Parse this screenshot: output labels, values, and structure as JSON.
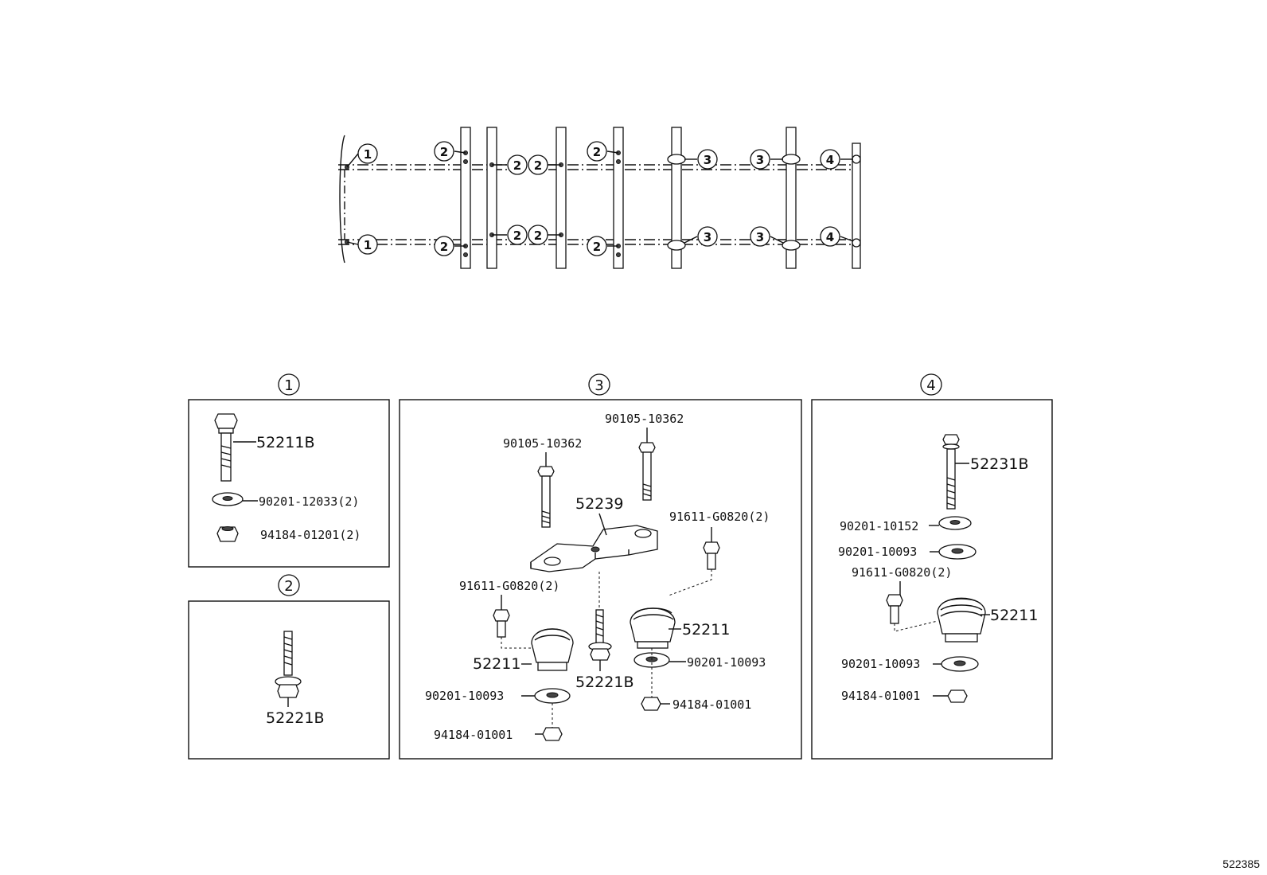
{
  "frame_callouts": {
    "c1": "1",
    "c2": "2",
    "c3": "3",
    "c4": "4"
  },
  "sections": [
    {
      "key": "s1",
      "marker": "1"
    },
    {
      "key": "s2",
      "marker": "2"
    },
    {
      "key": "s3",
      "marker": "3"
    },
    {
      "key": "s4",
      "marker": "4"
    }
  ],
  "section1": {
    "marker": "1",
    "p_bolt": "52211B",
    "p_washer": "90201-12033(2)",
    "p_nut": "94184-01201(2)"
  },
  "section2": {
    "marker": "2",
    "p_stud": "52221B"
  },
  "section3": {
    "marker": "3",
    "p_bolt_a": "90105-10362",
    "p_bolt_b": "90105-10362",
    "p_bracket": "52239",
    "p_bolt_c": "91611-G0820(2)",
    "p_bolt_d": "91611-G0820(2)",
    "p_cushion_a": "52211",
    "p_cushion_b": "52211",
    "p_stud": "52221B",
    "p_washer_a": "90201-10093",
    "p_washer_b": "90201-10093",
    "p_nut_a": "94184-01001",
    "p_nut_b": "94184-01001"
  },
  "section4": {
    "marker": "4",
    "p_bolt": "52231B",
    "p_washer_a": "90201-10152",
    "p_washer_b": "90201-10093",
    "p_bolt_c": "91611-G0820(2)",
    "p_cushion": "52211",
    "p_washer_c": "90201-10093",
    "p_nut": "94184-01001"
  },
  "diagram_id": "522385"
}
